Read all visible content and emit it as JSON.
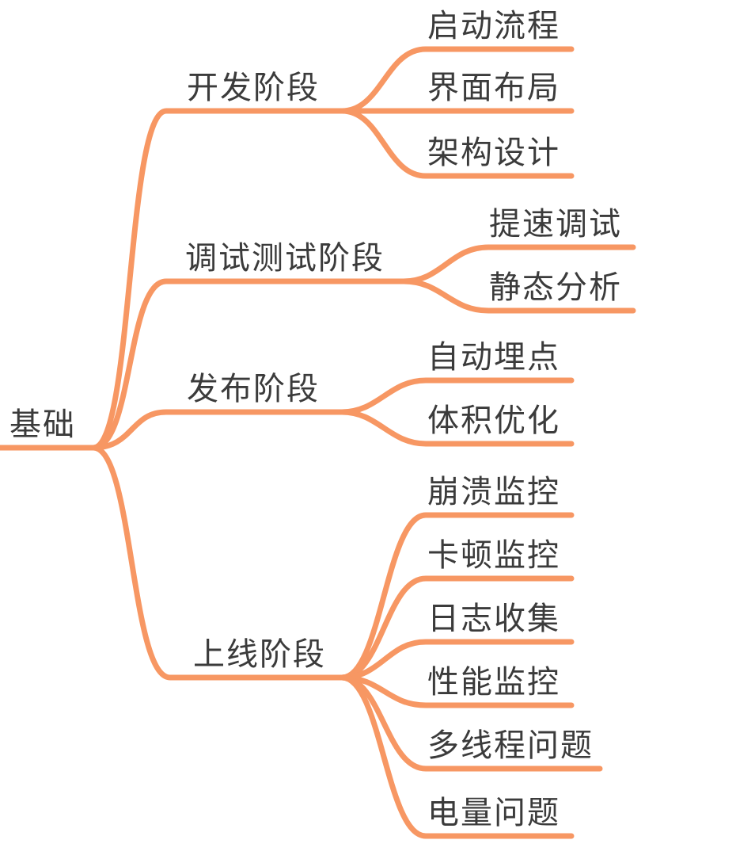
{
  "diagram": {
    "type": "mindmap",
    "colors": {
      "branch_line": "#F79763",
      "text": "#3B3B3B",
      "background": "#FFFFFF"
    },
    "root": {
      "label": "基础"
    },
    "branches": [
      {
        "label": "开发阶段",
        "children": [
          {
            "label": "启动流程"
          },
          {
            "label": "界面布局"
          },
          {
            "label": "架构设计"
          }
        ]
      },
      {
        "label": "调试测试阶段",
        "children": [
          {
            "label": "提速调试"
          },
          {
            "label": "静态分析"
          }
        ]
      },
      {
        "label": "发布阶段",
        "children": [
          {
            "label": "自动埋点"
          },
          {
            "label": "体积优化"
          }
        ]
      },
      {
        "label": "上线阶段",
        "children": [
          {
            "label": "崩溃监控"
          },
          {
            "label": "卡顿监控"
          },
          {
            "label": "日志收集"
          },
          {
            "label": "性能监控"
          },
          {
            "label": "多线程问题"
          },
          {
            "label": "电量问题"
          }
        ]
      }
    ]
  }
}
